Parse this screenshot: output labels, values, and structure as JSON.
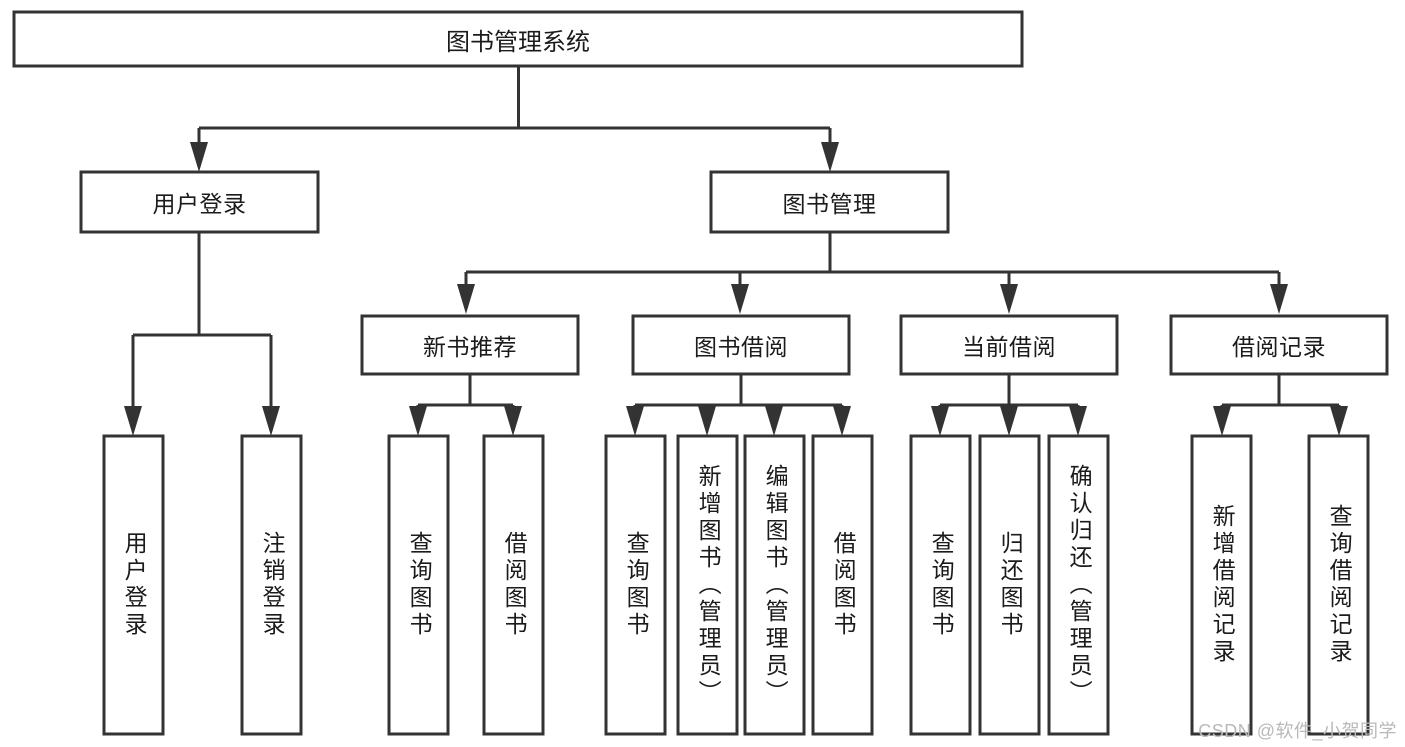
{
  "diagram": {
    "type": "tree",
    "title": "图书管理系统",
    "watermark": "CSDN @软件_小贺同学",
    "colors": {
      "box_stroke": "#333333",
      "box_fill": "#ffffff",
      "connector": "#333333",
      "text": "#1b1b1b",
      "watermark": "#b9b9b9",
      "background": "#ffffff"
    },
    "levels": {
      "root": "图书管理系统",
      "level2": [
        "用户登录",
        "图书管理"
      ],
      "level3": [
        "新书推荐",
        "图书借阅",
        "当前借阅",
        "借阅记录"
      ]
    },
    "nodes": {
      "root": {
        "label": "图书管理系统"
      },
      "user_login": {
        "label": "用户登录"
      },
      "book_manage": {
        "label": "图书管理"
      },
      "new_book_rec": {
        "label": "新书推荐"
      },
      "book_borrow": {
        "label": "图书借阅"
      },
      "current_borrow": {
        "label": "当前借阅"
      },
      "borrow_record": {
        "label": "借阅记录"
      },
      "leaf_user_login": {
        "label": "用户登录"
      },
      "leaf_logout_login": {
        "label": "注销登录"
      },
      "leaf_query_book_1": {
        "label": "查询图书"
      },
      "leaf_borrow_book_1": {
        "label": "借阅图书"
      },
      "leaf_query_book_2": {
        "label": "查询图书"
      },
      "leaf_add_book_admin": {
        "label": "新增图书（管理员）"
      },
      "leaf_edit_book_admin": {
        "label": "编辑图书（管理员）"
      },
      "leaf_borrow_book_2": {
        "label": "借阅图书"
      },
      "leaf_query_book_3": {
        "label": "查询图书"
      },
      "leaf_return_book": {
        "label": "归还图书"
      },
      "leaf_confirm_return_admin": {
        "label": "确认归还（管理员）"
      },
      "leaf_add_borrow_record": {
        "label": "新增借阅记录"
      },
      "leaf_query_borrow_record": {
        "label": "查询借阅记录"
      }
    },
    "edges": [
      {
        "from": "root",
        "to": "user_login"
      },
      {
        "from": "root",
        "to": "book_manage"
      },
      {
        "from": "user_login",
        "to": "leaf_user_login"
      },
      {
        "from": "user_login",
        "to": "leaf_logout_login"
      },
      {
        "from": "book_manage",
        "to": "new_book_rec"
      },
      {
        "from": "book_manage",
        "to": "book_borrow"
      },
      {
        "from": "book_manage",
        "to": "current_borrow"
      },
      {
        "from": "book_manage",
        "to": "borrow_record"
      },
      {
        "from": "new_book_rec",
        "to": "leaf_query_book_1"
      },
      {
        "from": "new_book_rec",
        "to": "leaf_borrow_book_1"
      },
      {
        "from": "book_borrow",
        "to": "leaf_query_book_2"
      },
      {
        "from": "book_borrow",
        "to": "leaf_add_book_admin"
      },
      {
        "from": "book_borrow",
        "to": "leaf_edit_book_admin"
      },
      {
        "from": "book_borrow",
        "to": "leaf_borrow_book_2"
      },
      {
        "from": "current_borrow",
        "to": "leaf_query_book_3"
      },
      {
        "from": "current_borrow",
        "to": "leaf_return_book"
      },
      {
        "from": "current_borrow",
        "to": "leaf_confirm_return_admin"
      },
      {
        "from": "borrow_record",
        "to": "leaf_add_borrow_record"
      },
      {
        "from": "borrow_record",
        "to": "leaf_query_borrow_record"
      }
    ]
  }
}
